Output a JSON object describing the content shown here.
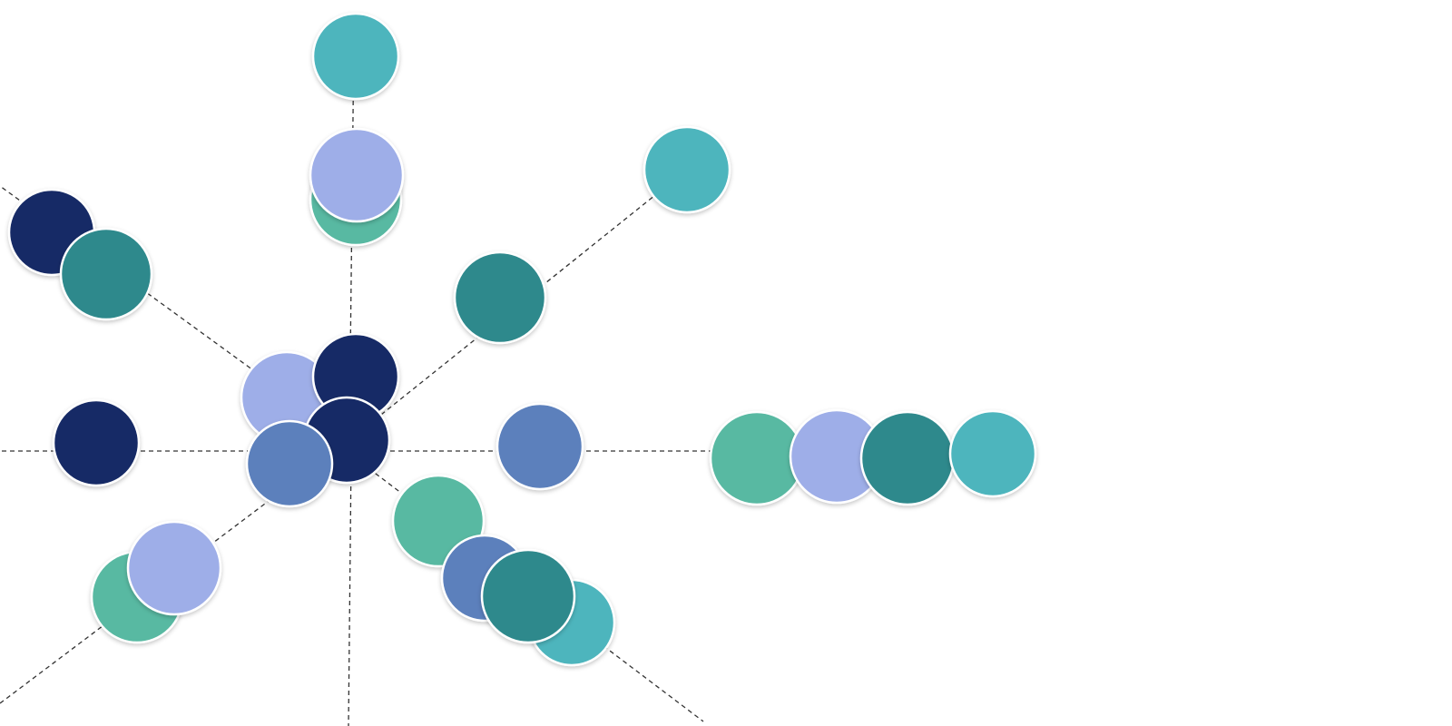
{
  "palette": {
    "navy": "#182b66",
    "steel-blue": "#5b80bc",
    "lavender": "#9eaee8",
    "teal": "#2e898c",
    "aqua": "#4db5bd",
    "mint": "#59b9a2"
  },
  "diagram": {
    "type": "radial-bubble-network",
    "hub_colors": [
      "lavender",
      "navy",
      "navy",
      "steel-blue"
    ],
    "spokes": [
      {
        "direction": "north",
        "bubbles": [
          "mint",
          "lavender",
          "aqua"
        ]
      },
      {
        "direction": "north-east",
        "bubbles": [
          "teal",
          "aqua"
        ]
      },
      {
        "direction": "east",
        "bubbles": [
          "steel-blue",
          "mint",
          "lavender",
          "teal",
          "aqua"
        ]
      },
      {
        "direction": "south-east",
        "bubbles": [
          "mint",
          "steel-blue",
          "aqua",
          "teal"
        ]
      },
      {
        "direction": "south",
        "bubbles": []
      },
      {
        "direction": "south-west",
        "bubbles": [
          "mint",
          "lavender"
        ]
      },
      {
        "direction": "west",
        "bubbles": [
          "navy"
        ]
      },
      {
        "direction": "north-west",
        "bubbles": [
          "navy",
          "teal"
        ]
      }
    ]
  }
}
